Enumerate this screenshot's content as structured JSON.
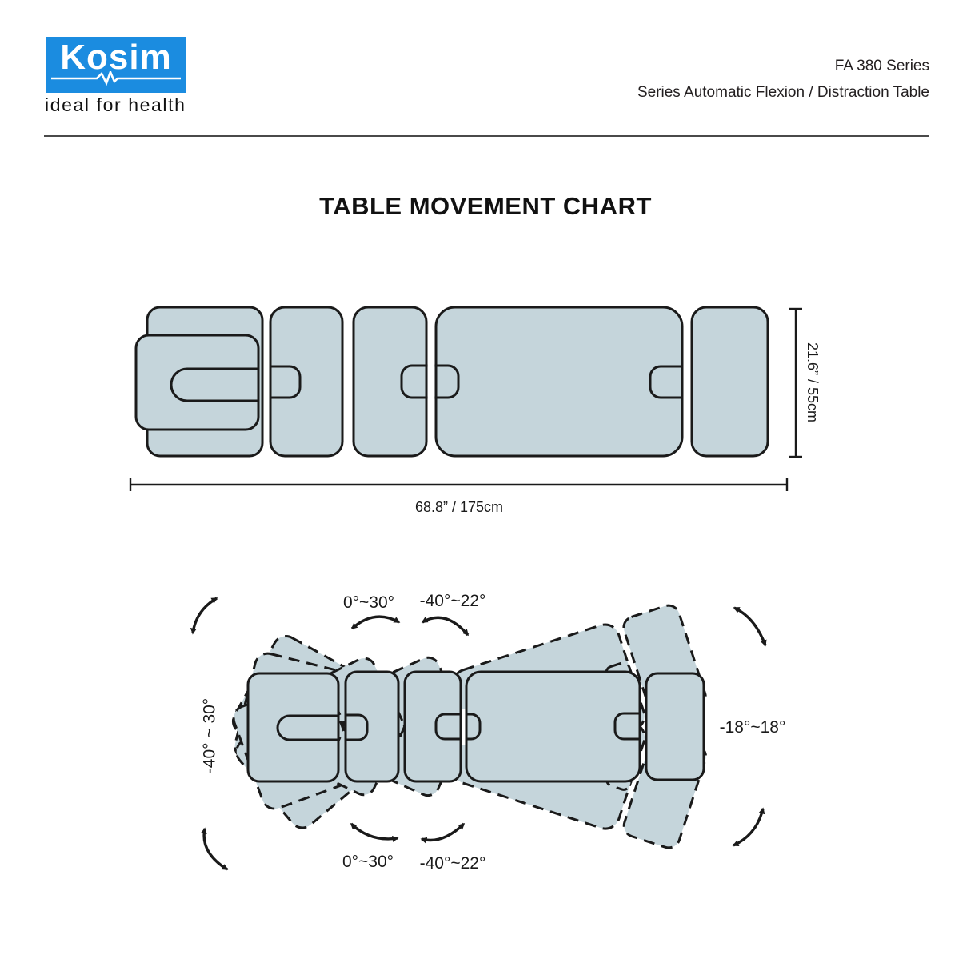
{
  "header": {
    "logo": {
      "brand": "Kosim",
      "tagline": "ideal for health",
      "brand_color": "#1b8ce0"
    },
    "product_line1": "FA 380 Series",
    "product_line2": "Series Automatic Flexion / Distraction Table"
  },
  "chart": {
    "title": "TABLE MOVEMENT CHART",
    "dimensions": {
      "width_label": "21.6” / 55cm",
      "length_label": "68.8” / 175cm"
    },
    "movement_labels": {
      "head_section_range": "-40° ~ 30°",
      "flexion_top_1": "0°~30°",
      "flexion_top_2": "-40°~22°",
      "flexion_bottom_1": "0°~30°",
      "flexion_bottom_2": "-40°~22°",
      "lateral_range": "-18°~18°"
    },
    "colors": {
      "section_fill": "#c5d5db",
      "outline": "#1a1a1a"
    }
  }
}
